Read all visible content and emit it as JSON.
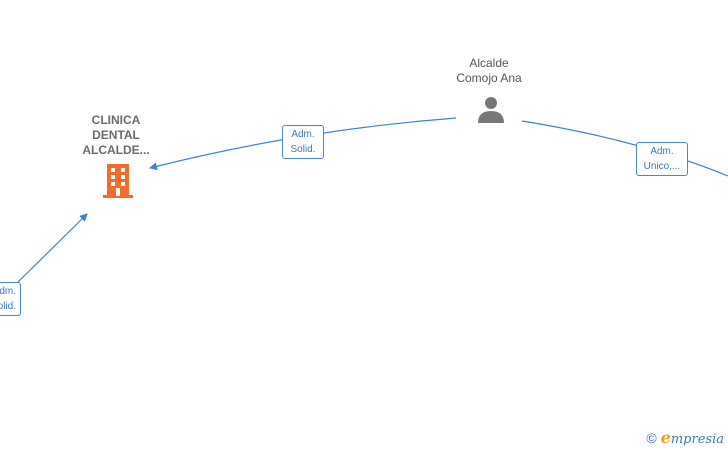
{
  "nodes": {
    "person": {
      "line1": "Alcalde",
      "line2": "Comojo Ana",
      "icon": "person-icon"
    },
    "company": {
      "line1": "CLINICA",
      "line2": "DENTAL",
      "line3": "ALCALDE...",
      "icon": "building-icon"
    }
  },
  "edges": [
    {
      "line1": "Adm.",
      "line2": "Solid."
    },
    {
      "line1": "Adm.",
      "line2": "Unico,..."
    },
    {
      "line1": "Adm.",
      "line2": "Solid."
    }
  ],
  "footer": {
    "copyright": "©",
    "brand_e": "e",
    "brand_rest": "mpresia"
  },
  "colors": {
    "edge": "#3b82d0",
    "company_icon": "#f26b2f",
    "person_icon": "#777777"
  }
}
